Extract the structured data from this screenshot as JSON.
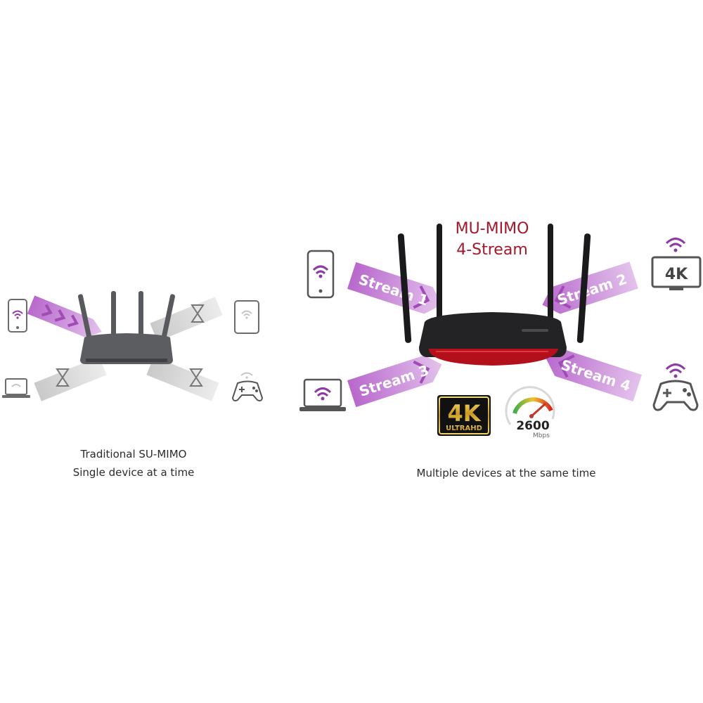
{
  "left_panel": {
    "caption_line1": "Traditional SU-MIMO",
    "caption_line2": "Single device at a time"
  },
  "right_panel": {
    "title_line1": "MU-MIMO",
    "title_line2": "4-Stream",
    "streams": [
      "Stream 1",
      "Stream 2",
      "Stream 3",
      "Stream 4"
    ],
    "caption": "Multiple devices at the same time",
    "badge_4k_main": "4K",
    "badge_4k_sub": "ULTRAHD",
    "tv_label": "4K",
    "speed_value": "2600",
    "speed_unit": "Mbps"
  },
  "colors": {
    "purple": "#8e3aa3",
    "purple_light": "#c98fd8",
    "router_gray": "#55585c",
    "router_black": "#1c1c1e",
    "red_accent": "#a3182a",
    "gold": "#c9a227"
  }
}
